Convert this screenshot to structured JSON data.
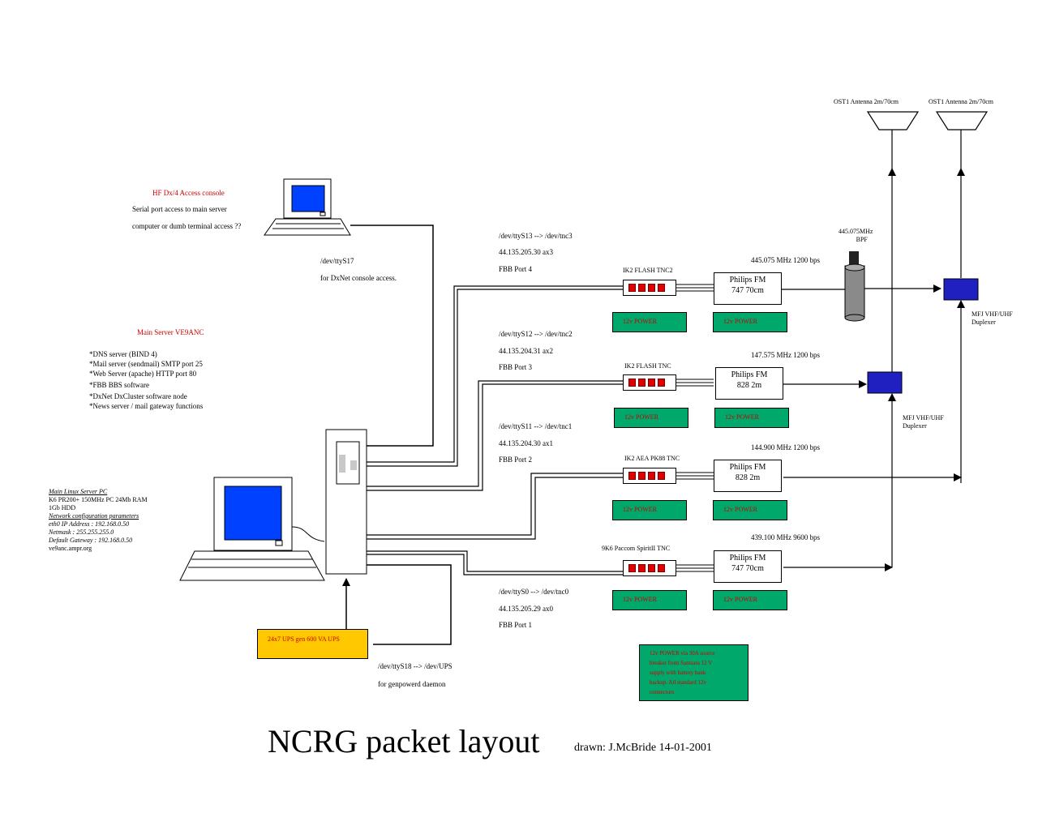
{
  "title": "NCRG packet layout",
  "drawn": "drawn: J.McBride 14-01-2001",
  "hf_console": {
    "heading": "HF Dx/4 Access console",
    "line1": "Serial port access to main server",
    "line2": "computer or dumb terminal access ??",
    "dev1": "/dev/ttyS17",
    "dev2": "for DxNet console access."
  },
  "main_server": {
    "heading": "Main Server VE9ANC",
    "items": [
      "*DNS server (BIND 4)",
      "*Mail server (sendmail) SMTP port 25",
      "*Web Server (apache) HTTP port 80",
      "*FBB BBS software",
      "*DxNet DxCluster software node",
      "*News server / mail gateway functions"
    ]
  },
  "linux_pc": {
    "line1": "Main Linux Server PC",
    "line2": "K6 PR200+ 150MHz PC 24Mb RAM",
    "line3": "1Gb HDD",
    "line4": "Network configuration parameters",
    "line5": "eth0 IP Address : 192.168.0.50",
    "line6": "Netmask : 255.255.255.0",
    "line7": "Default Gateway : 192.168.0.50",
    "line8": "ve9anc.ampr.org"
  },
  "ups": {
    "label": "24x7 UPS gen  600 VA UPS",
    "dev1": "/dev/ttyS18 --> /dev/UPS",
    "dev2": "for genpowerd daemon"
  },
  "ports": [
    {
      "dev": "/dev/ttyS13 --> /dev/tnc3",
      "ip": "44.135.205.30   ax3",
      "fbb": "FBB Port 4",
      "tnc": "IK2 FLASH TNC2",
      "radio1": "Philips FM",
      "radio2": "747 70cm",
      "freq": "445.075 MHz 1200 bps"
    },
    {
      "dev": "/dev/ttyS12 --> /dev/tnc2",
      "ip": "44.135.204.31   ax2",
      "fbb": "FBB Port 3",
      "tnc": "IK2 FLASH TNC",
      "radio1": "Philips FM",
      "radio2": "828 2m",
      "freq": "147.575 MHz 1200 bps"
    },
    {
      "dev": "/dev/ttyS11 --> /dev/tnc1",
      "ip": "44.135.204.30   ax1",
      "fbb": "FBB Port 2",
      "tnc": "IK2 AEA PK88 TNC",
      "radio1": "Philips FM",
      "radio2": "828 2m",
      "freq": "144.900 MHz 1200 bps"
    },
    {
      "dev": "/dev/ttyS0 --> /dev/tnc0",
      "ip": "44.135.205.29   ax0",
      "fbb": "FBB Port 1",
      "tnc": "9K6 Paccom SpiritII TNC",
      "radio1": "Philips FM",
      "radio2": "747 70cm",
      "freq": "439.100 MHz 9600 bps"
    }
  ],
  "power_label": "12v POWER",
  "power_note": [
    "12v POWER via 30A source",
    "breaker from Samsara 12 V",
    "supply with battery bank",
    "backup. All standard 12v",
    "connectors"
  ],
  "bpf": {
    "line1": "445.075MHz",
    "line2": "BPF"
  },
  "antennas": [
    "OST1 Antenna 2m/70cm",
    "OST1 Antenna 2m/70cm"
  ],
  "duplexers": [
    {
      "line1": "MFJ VHF/UHF",
      "line2": "Duplexer"
    },
    {
      "line1": "MFJ VHF/UHF",
      "line2": "Duplexer"
    }
  ],
  "colors": {
    "power_green": "#00a86b",
    "label_red": "#cc0000",
    "screen_blue": "#0040ff",
    "duplexer_blue": "#2020c0",
    "ups_yellow": "#ffc800"
  }
}
